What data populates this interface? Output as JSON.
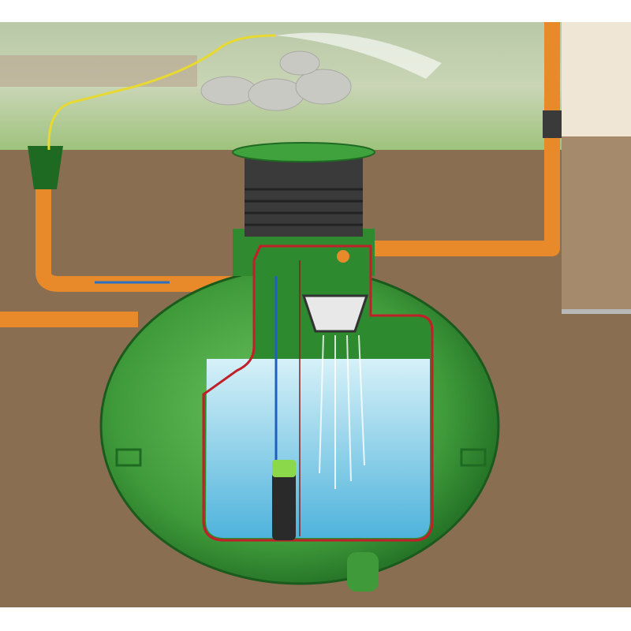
{
  "colors": {
    "sky_garden": "#c9d6b8",
    "lawn": "#9cc27a",
    "soil": "#8a6e52",
    "tank_green": "#3f9a3a",
    "tank_dark": "#1f6a22",
    "water": "#8fd3ec",
    "cutaway_outline": "#c0202a",
    "pipe_orange": "#e8892a",
    "wall_beige": "#efe6d6",
    "wall_tan": "#a58a6c",
    "hose_yellow": "#e8d930"
  },
  "icons": [
    "rain-tank",
    "pump",
    "filter",
    "downpipe",
    "garden-hose"
  ]
}
